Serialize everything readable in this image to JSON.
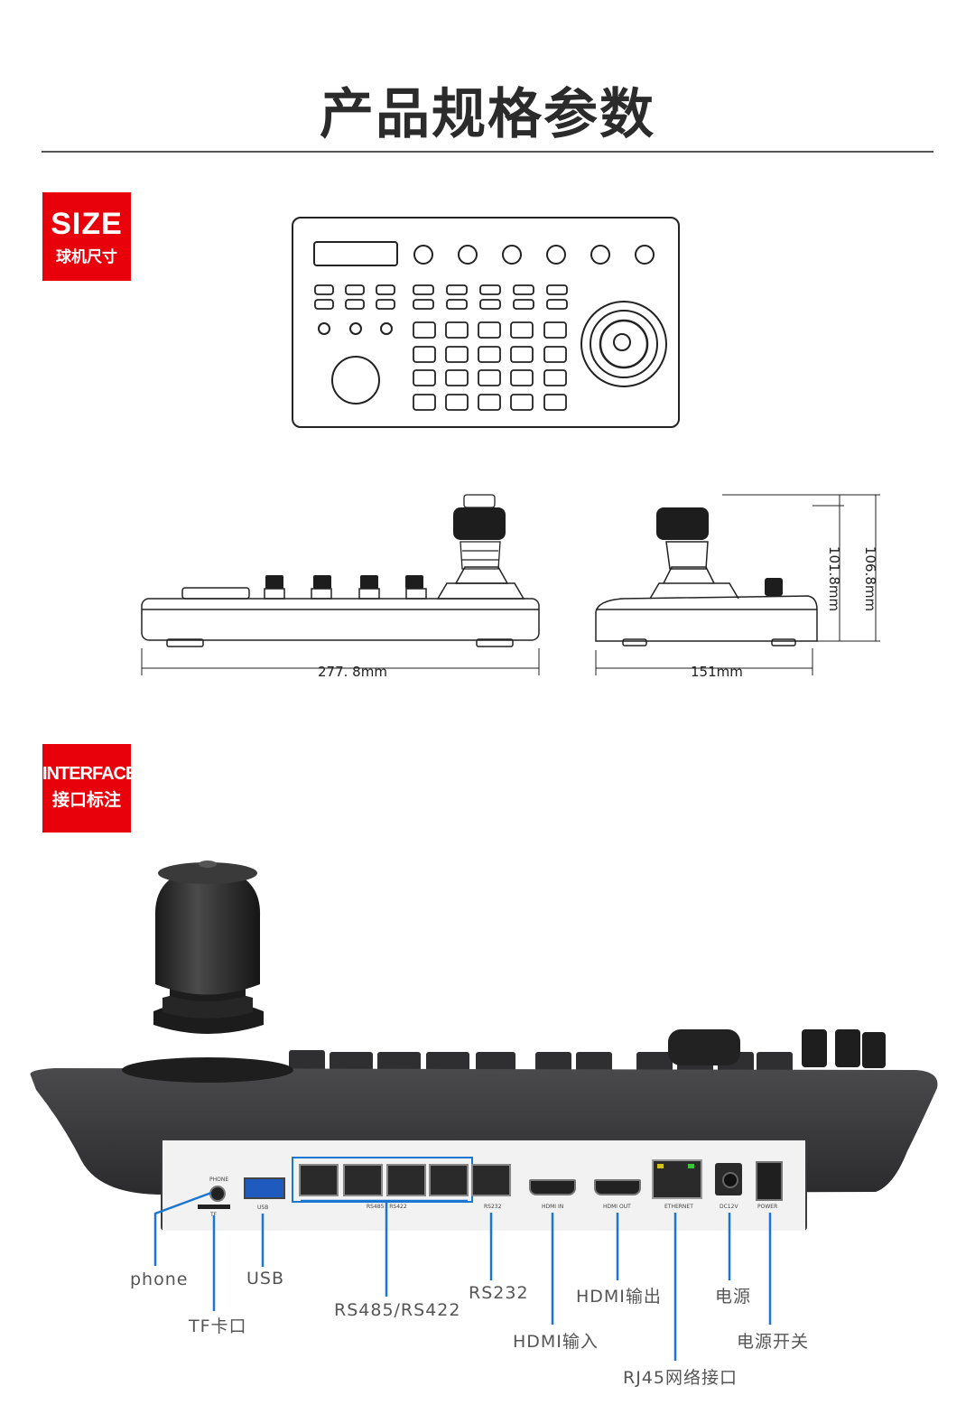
{
  "page": {
    "title": "产品规格参数"
  },
  "size_section": {
    "badge_en": "SIZE",
    "badge_cn": "球机尺寸",
    "dimensions": {
      "length": "277. 8mm",
      "width": "151mm",
      "height_body": "101.8mm",
      "height_total": "106.8mm"
    }
  },
  "interface_section": {
    "badge_en": "INTERFACE",
    "badge_cn": "接口标注",
    "panel_labels": {
      "phone": "PHONE",
      "tf": "TF",
      "usb": "USB",
      "rs485": "RS485 / RS422",
      "rs232": "RS232",
      "hdmi_in": "HDMI IN",
      "hdmi_out": "HDMI OUT",
      "ethernet": "ETHERNET",
      "dc": "DC12V",
      "power": "POWER"
    },
    "callouts": {
      "phone": "phone",
      "tf": "TF卡口",
      "usb": "USB",
      "rs485": "RS485/RS422",
      "rs232": "RS232",
      "hdmi_in": "HDMI输入",
      "hdmi_out": "HDMI输出",
      "rj45": "RJ45网络接口",
      "power": "电源",
      "power_switch": "电源开关"
    },
    "accent_color": "#1976d2"
  }
}
